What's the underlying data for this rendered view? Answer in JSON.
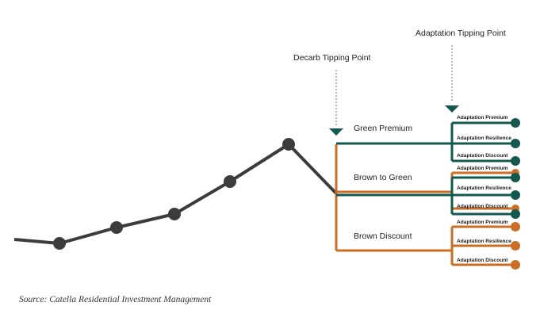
{
  "tipping_points": {
    "decarb": "Decarb Tipping Point",
    "adaptation": "Adaptation Tipping Point"
  },
  "branches": {
    "green_premium": "Green Premium",
    "brown_to_green": "Brown to Green",
    "brown_discount": "Brown Discount"
  },
  "sub_branches": {
    "premium": "Adaptation Premium",
    "resilience": "Adaptation Resilience",
    "discount": "Adaptation Discount"
  },
  "source": "Source: Catella Residential Investment Management",
  "colors": {
    "trend": "#3c3c3a",
    "green": "#12584f",
    "orange": "#cc6d24",
    "arrow_dash": "#777777"
  }
}
